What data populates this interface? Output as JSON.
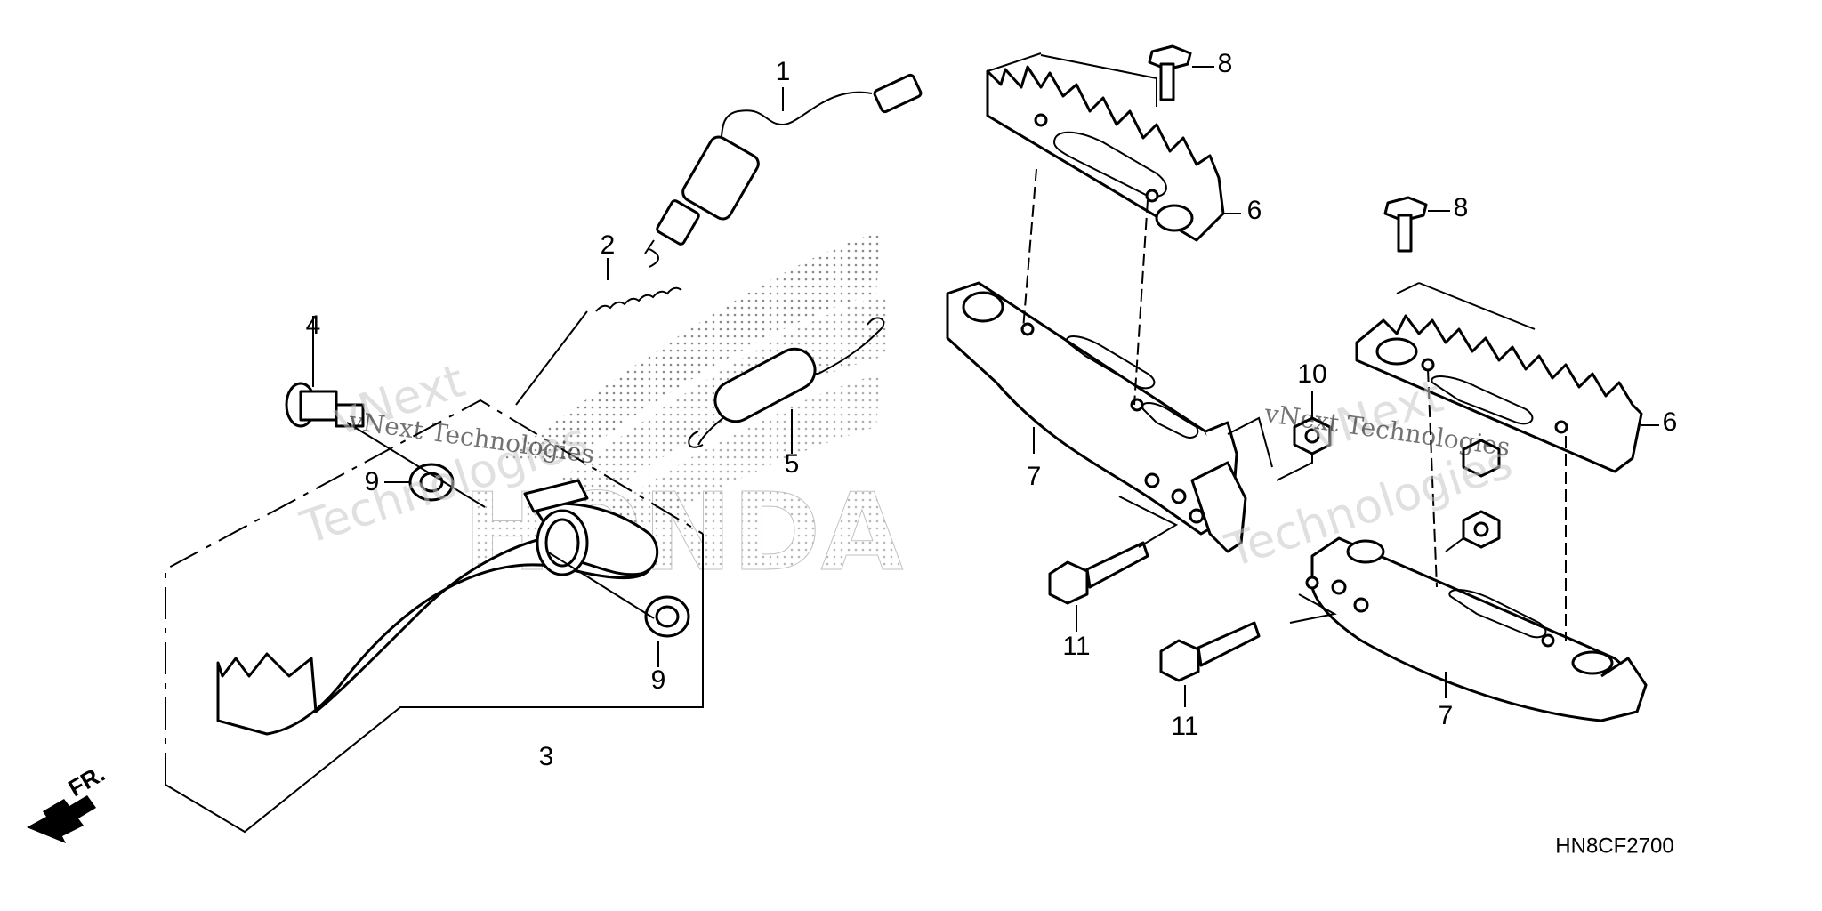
{
  "diagram": {
    "callouts": [
      {
        "id": "c1a",
        "label": "1"
      },
      {
        "id": "c2a",
        "label": "2"
      },
      {
        "id": "c3a",
        "label": "3"
      },
      {
        "id": "c4a",
        "label": "4"
      },
      {
        "id": "c5a",
        "label": "5"
      },
      {
        "id": "c6a",
        "label": "6"
      },
      {
        "id": "c6b",
        "label": "6"
      },
      {
        "id": "c7a",
        "label": "7"
      },
      {
        "id": "c7b",
        "label": "7"
      },
      {
        "id": "c8a",
        "label": "8"
      },
      {
        "id": "c8b",
        "label": "8"
      },
      {
        "id": "c9a",
        "label": "9"
      },
      {
        "id": "c9b",
        "label": "9"
      },
      {
        "id": "c10a",
        "label": "10"
      },
      {
        "id": "c11a",
        "label": "11"
      },
      {
        "id": "c11b",
        "label": "11"
      }
    ],
    "front_marker": "FR.",
    "diagram_code": "HN8CF2700",
    "watermark": {
      "brand_line1": "vNext",
      "brand_line2": "Technologies",
      "brand_inline": "vNext Technologies",
      "background_logo": "HONDA"
    }
  }
}
